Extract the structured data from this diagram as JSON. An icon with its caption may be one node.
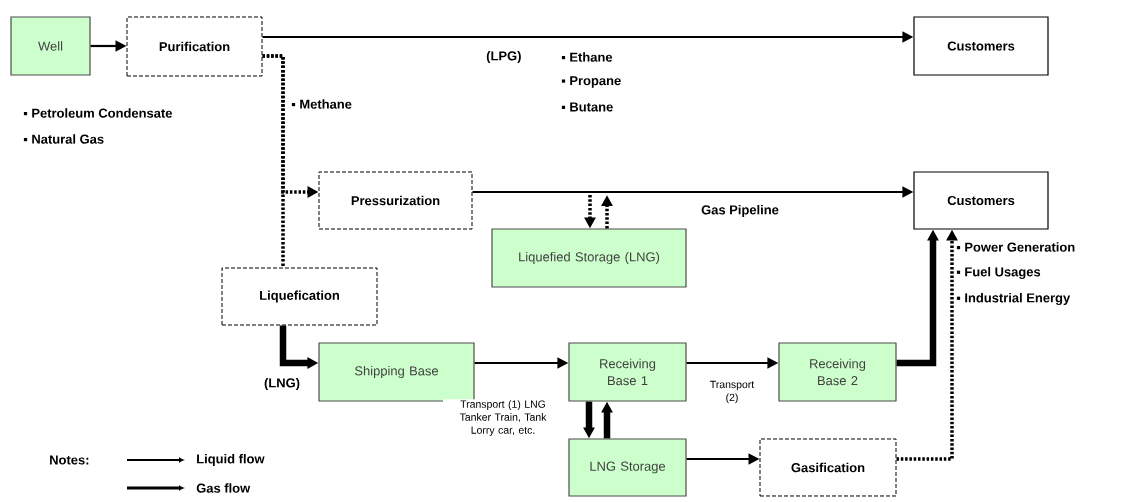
{
  "diagram": {
    "nodes": [
      {
        "text": [
          "Well"
        ]
      },
      {
        "text": [
          "Purification"
        ]
      },
      {
        "text": [
          "Customers"
        ]
      },
      {
        "text": [
          "Pressurization"
        ]
      },
      {
        "text": [
          "Customers"
        ]
      },
      {
        "text": [
          "Liquefied Storage (LNG)"
        ]
      },
      {
        "text": [
          "Liquefication"
        ]
      },
      {
        "text": [
          "Shipping Base"
        ]
      },
      {
        "text": [
          "Receiving Base 1"
        ]
      },
      {
        "text": [
          "Receiving Base 2"
        ]
      },
      {
        "text": [
          "LNG Storage"
        ]
      },
      {
        "text": [
          "Gasification"
        ]
      }
    ],
    "edges": [
      {
        "from": 0,
        "to": 1,
        "arrow": "to"
      },
      {
        "from": 1,
        "to": 2,
        "arrow": "to"
      },
      {
        "from": 1,
        "to": 6,
        "arrow": "none",
        "style": "dashed"
      },
      {
        "from": 1,
        "to": 3,
        "arrow": "to",
        "style": "dashed"
      },
      {
        "from": 3,
        "to": 4,
        "arrow": "to",
        "label": "Gas Pipeline"
      },
      {
        "from": null,
        "to": 5,
        "arrow": "to",
        "style": "dashed"
      },
      {
        "from": 5,
        "to": null,
        "arrow": "to",
        "style": "dashed"
      },
      {
        "from": 6,
        "to": 7,
        "arrow": "to",
        "style": "thick",
        "label": "(LNG)"
      },
      {
        "from": 7,
        "to": 8,
        "arrow": "to",
        "label": "Transport (1) LNG Tanker Train, Tank Lorry car, etc."
      },
      {
        "from": 8,
        "to": 9,
        "arrow": "to",
        "label": "Transport (2)"
      },
      {
        "from": 8,
        "to": 10,
        "arrow": "to",
        "style": "thick"
      },
      {
        "from": 10,
        "to": 8,
        "arrow": "to",
        "style": "thick"
      },
      {
        "from": 9,
        "to": 4,
        "arrow": "to",
        "style": "thick"
      },
      {
        "from": 10,
        "to": 11,
        "arrow": "to"
      },
      {
        "from": 11,
        "to": 4,
        "arrow": "to",
        "style": "dashed"
      }
    ],
    "labels": [
      "(LPG)",
      "▪ Ethane",
      "▪ Propane",
      "▪ Butane",
      "▪ Methane",
      "▪ Petroleum Condensate",
      "▪ Natural Gas",
      "▪ Power Generation",
      "▪ Fuel Usages",
      "▪ Industrial Energy",
      "Notes:"
    ],
    "legend": [
      {
        "text": "Liquid flow"
      },
      {
        "text": "Gas flow"
      }
    ]
  }
}
